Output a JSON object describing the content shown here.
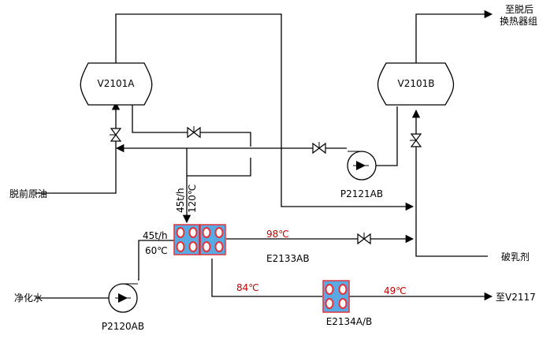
{
  "vessels": {
    "v2101a": "V2101A",
    "v2101b": "V2101B"
  },
  "pumps": {
    "p2121": "P2121AB",
    "p2120": "P2120AB"
  },
  "exchangers": {
    "e2133": "E2133AB",
    "e2134": "E2134A/B"
  },
  "streams": {
    "crude_in": "脱前原油",
    "to_exchanger_line1": "至脱后",
    "to_exchanger_line2": "换热器组",
    "water_in": "净化水",
    "demulsifier": "破乳剂",
    "to_v2117": "至V2117"
  },
  "conditions": {
    "crude_flow": "45t/h",
    "crude_temp": "120℃",
    "water_flow": "45t/h",
    "water_temp": "60℃",
    "e2133_out_temp": "98℃",
    "e2134_in_temp": "84℃",
    "e2134_out_temp": "49℃"
  },
  "colors": {
    "exchanger_fill": "#58a9e4",
    "tube_fill": "#e3343c",
    "temp_text": "#c00000"
  }
}
